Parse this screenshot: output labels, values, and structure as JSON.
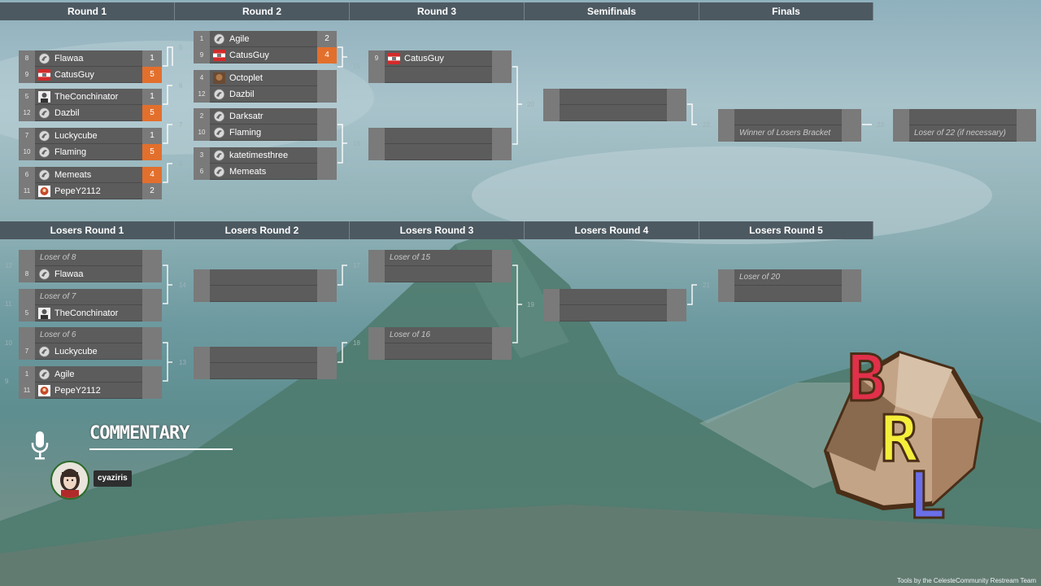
{
  "winners_headers": [
    "Round 1",
    "Round 2",
    "Round 3",
    "Semifinals",
    "Finals"
  ],
  "losers_headers": [
    "Losers Round 1",
    "Losers Round 2",
    "Losers Round 3",
    "Losers Round 4",
    "Losers Round 5"
  ],
  "winners": {
    "r1": [
      {
        "num": "1",
        "a": {
          "seed": "8",
          "name": "Flawaa",
          "score": "1"
        },
        "b": {
          "seed": "9",
          "name": "CatusGuy",
          "score": "5",
          "win": true
        }
      },
      {
        "num": "5",
        "a": {
          "seed": "5",
          "name": "TheConchinator",
          "score": "1"
        },
        "b": {
          "seed": "12",
          "name": "Dazbil",
          "score": "5",
          "win": true
        }
      },
      {
        "num": "2",
        "a": {
          "seed": "7",
          "name": "Luckycube",
          "score": "1"
        },
        "b": {
          "seed": "10",
          "name": "Flaming",
          "score": "5",
          "win": true
        }
      },
      {
        "num": "6",
        "a": {
          "seed": "6",
          "name": "Memeats",
          "score": "4",
          "win": true
        },
        "b": {
          "seed": "11",
          "name": "PepeY2112",
          "score": "2"
        }
      }
    ],
    "r2": [
      {
        "num": "5",
        "a": {
          "seed": "1",
          "name": "Agile",
          "score": "2"
        },
        "b": {
          "seed": "9",
          "name": "CatusGuy",
          "score": "4",
          "win": true
        }
      },
      {
        "num": "6",
        "a": {
          "seed": "4",
          "name": "Octoplet",
          "score": ""
        },
        "b": {
          "seed": "12",
          "name": "Dazbil",
          "score": ""
        }
      },
      {
        "num": "7",
        "a": {
          "seed": "2",
          "name": "Darksatr",
          "score": ""
        },
        "b": {
          "seed": "10",
          "name": "Flaming",
          "score": ""
        }
      },
      {
        "num": "8",
        "a": {
          "seed": "3",
          "name": "katetimesthree",
          "score": ""
        },
        "b": {
          "seed": "6",
          "name": "Memeats",
          "score": ""
        }
      }
    ],
    "r3": [
      {
        "num": "15",
        "a": {
          "seed": "9",
          "name": "CatusGuy",
          "score": ""
        },
        "b": {
          "seed": "",
          "name": "",
          "score": ""
        }
      },
      {
        "num": "16",
        "a": {
          "seed": "",
          "name": "",
          "score": ""
        },
        "b": {
          "seed": "",
          "name": "",
          "score": ""
        }
      }
    ],
    "semi": {
      "num": "20",
      "a": {
        "seed": "",
        "name": "",
        "score": ""
      },
      "b": {
        "seed": "",
        "name": "",
        "score": ""
      }
    },
    "final1": {
      "num": "22",
      "a": {
        "seed": "",
        "name": "",
        "score": ""
      },
      "b": {
        "seed": "",
        "name": "Winner of Losers Bracket",
        "score": "",
        "italic": true
      }
    },
    "final2": {
      "num": "23",
      "a": {
        "seed": "",
        "name": "",
        "score": ""
      },
      "b": {
        "seed": "",
        "name": "Loser of 22 (if necessary)",
        "score": "",
        "italic": true
      }
    }
  },
  "losers": {
    "r1": [
      {
        "num": "12",
        "a": {
          "seed": "",
          "name": "Loser of 8",
          "score": "",
          "italic": true
        },
        "b": {
          "seed": "8",
          "name": "Flawaa",
          "score": ""
        }
      },
      {
        "num": "11",
        "a": {
          "seed": "",
          "name": "Loser of 7",
          "score": "",
          "italic": true
        },
        "b": {
          "seed": "5",
          "name": "TheConchinator",
          "score": ""
        }
      },
      {
        "num": "10",
        "a": {
          "seed": "",
          "name": "Loser of 6",
          "score": "",
          "italic": true
        },
        "b": {
          "seed": "7",
          "name": "Luckycube",
          "score": ""
        }
      },
      {
        "num": "9",
        "a": {
          "seed": "1",
          "name": "Agile",
          "score": ""
        },
        "b": {
          "seed": "11",
          "name": "PepeY2112",
          "score": ""
        }
      }
    ],
    "r2": [
      {
        "num": "14",
        "a": {
          "seed": "",
          "name": "",
          "score": ""
        },
        "b": {
          "seed": "",
          "name": "",
          "score": ""
        }
      },
      {
        "num": "13",
        "a": {
          "seed": "",
          "name": "",
          "score": ""
        },
        "b": {
          "seed": "",
          "name": "",
          "score": ""
        }
      }
    ],
    "r3": [
      {
        "num": "17",
        "a": {
          "seed": "",
          "name": "Loser of 15",
          "score": "",
          "italic": true
        },
        "b": {
          "seed": "",
          "name": "",
          "score": ""
        }
      },
      {
        "num": "18",
        "a": {
          "seed": "",
          "name": "Loser of 16",
          "score": "",
          "italic": true
        },
        "b": {
          "seed": "",
          "name": "",
          "score": ""
        }
      }
    ],
    "r4": {
      "num": "19",
      "a": {
        "seed": "",
        "name": "",
        "score": ""
      },
      "b": {
        "seed": "",
        "name": "",
        "score": ""
      }
    },
    "r5": {
      "num": "21",
      "a": {
        "seed": "",
        "name": "Loser of 20",
        "score": "",
        "italic": true
      },
      "b": {
        "seed": "",
        "name": "",
        "score": ""
      }
    }
  },
  "commentary": {
    "label": "COMMENTARY",
    "commentator": "cyaziris"
  },
  "logo_letters": [
    "B",
    "R",
    "L"
  ],
  "footer": "Tools by the CelesteCommunity Restream Team",
  "colors": {
    "win": "#e36f2c",
    "slot": "#5c5c5c",
    "header": "#4d5961"
  }
}
